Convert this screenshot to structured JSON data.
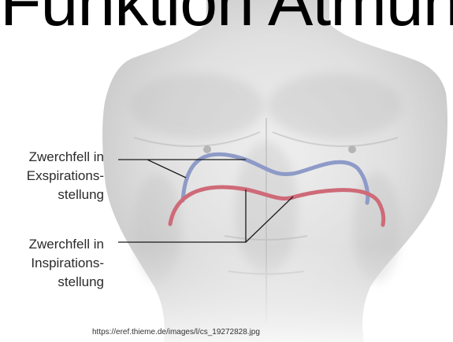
{
  "title": "Funktion Atmung",
  "labels": {
    "expiration": [
      "Zwerchfell in",
      "Exspirations-",
      "stellung"
    ],
    "inspiration": [
      "Zwerchfell in",
      "Inspirations-",
      "stellung"
    ]
  },
  "source": "https://eref.thieme.de/images/l/cs_19272828.jpg",
  "colors": {
    "expiration_curve": "#8e9bc8",
    "inspiration_curve": "#cf6a78",
    "leader_lines": "#1a1a1a",
    "skin": "#d3d3d3"
  }
}
